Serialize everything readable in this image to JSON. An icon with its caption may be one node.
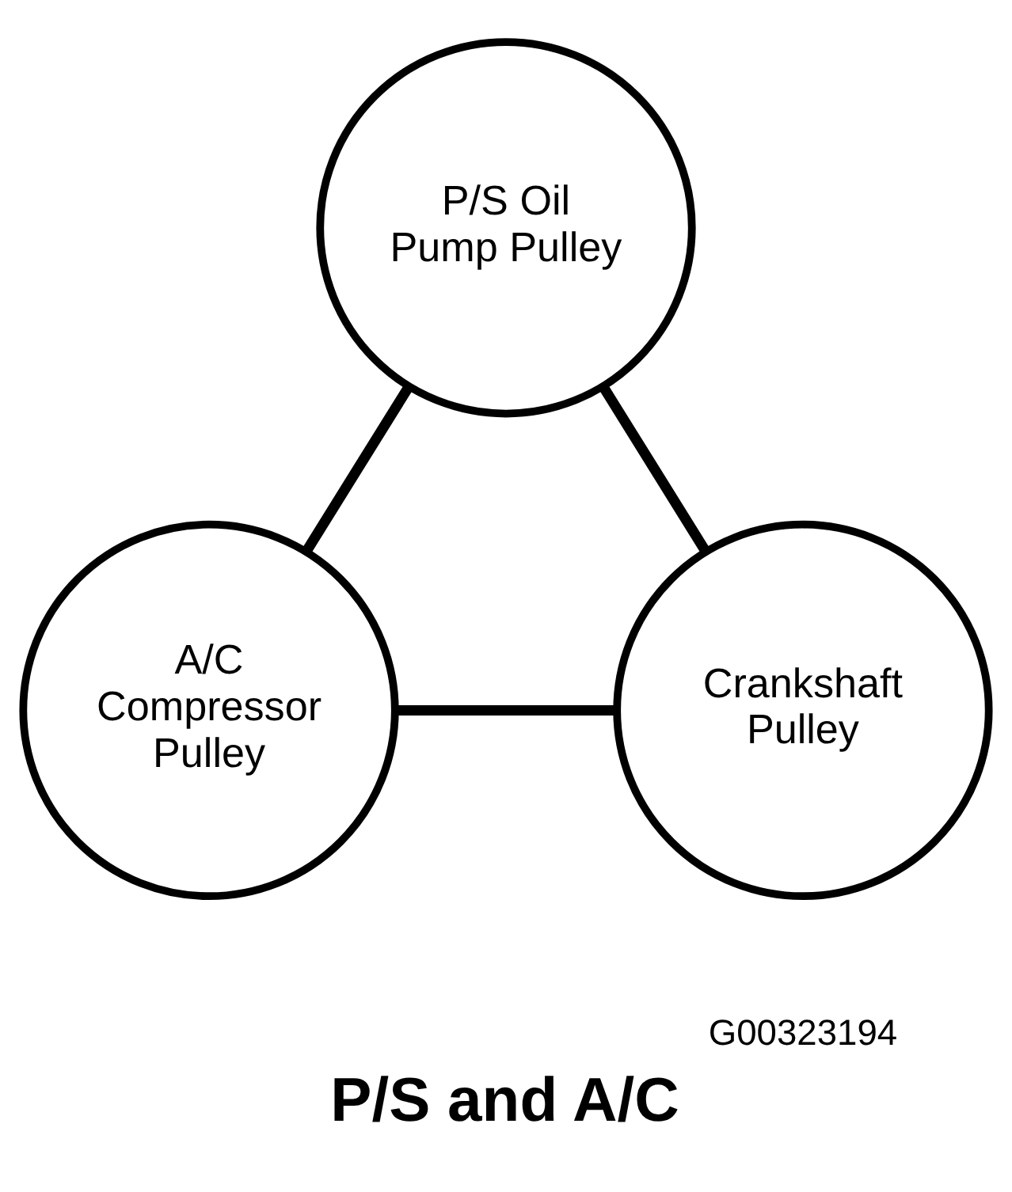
{
  "diagram": {
    "title": "P/S and A/C",
    "nodes": [
      {
        "text": [
          "P/S Oil Pump Pulley"
        ]
      },
      {
        "text": [
          "Crankshaft Pulley"
        ]
      },
      {
        "text": [
          "A/C Compressor Pulley"
        ]
      }
    ],
    "edges": [
      {
        "from": 1,
        "to": 0,
        "arrow": "none"
      },
      {
        "from": 0,
        "to": 2,
        "arrow": "none"
      },
      {
        "from": 2,
        "to": 1,
        "arrow": "none"
      }
    ],
    "labels": [
      "G00323194"
    ]
  }
}
